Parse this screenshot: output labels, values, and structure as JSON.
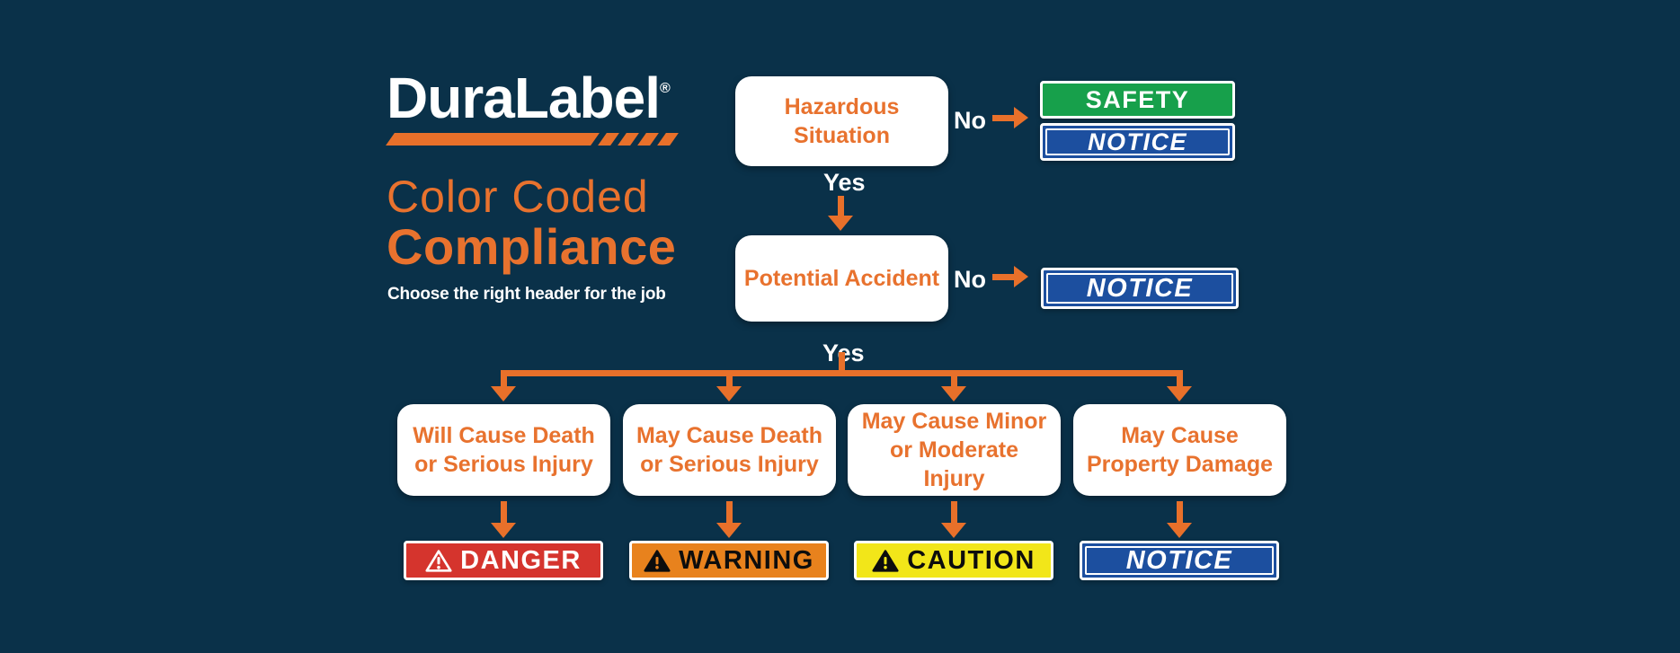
{
  "colors": {
    "background": "#0a3149",
    "orange_accent": "#e8722e",
    "arrow_orange": "#e8702a",
    "safety_green": "#17a04b",
    "notice_blue": "#1c4f9f",
    "danger_red": "#d5342d",
    "warning_orange": "#e8821d",
    "caution_yellow": "#f2e619",
    "box_white": "#ffffff"
  },
  "branding": {
    "logo_text": "DuraLabel",
    "registered_mark": "®",
    "title_line_1": "Color Coded",
    "title_line_2": "Compliance",
    "tagline": "Choose the right header for the job"
  },
  "flow": {
    "question_1": {
      "label": "Hazardous Situation",
      "no_label": "No",
      "yes_label": "Yes"
    },
    "question_1_no_headers": [
      {
        "text": "SAFETY"
      },
      {
        "text": "NOTICE"
      }
    ],
    "question_2": {
      "label": "Potential Accident",
      "no_label": "No",
      "yes_label": "Yes"
    },
    "question_2_no_header": {
      "text": "NOTICE"
    },
    "outcomes": [
      {
        "condition": "Will Cause Death or Serious Injury",
        "header": "DANGER"
      },
      {
        "condition": "May Cause Death or Serious Injury",
        "header": "WARNING"
      },
      {
        "condition": "May Cause Minor or Moderate Injury",
        "header": "CAUTION"
      },
      {
        "condition": "May Cause Property Damage",
        "header": "NOTICE"
      }
    ]
  }
}
